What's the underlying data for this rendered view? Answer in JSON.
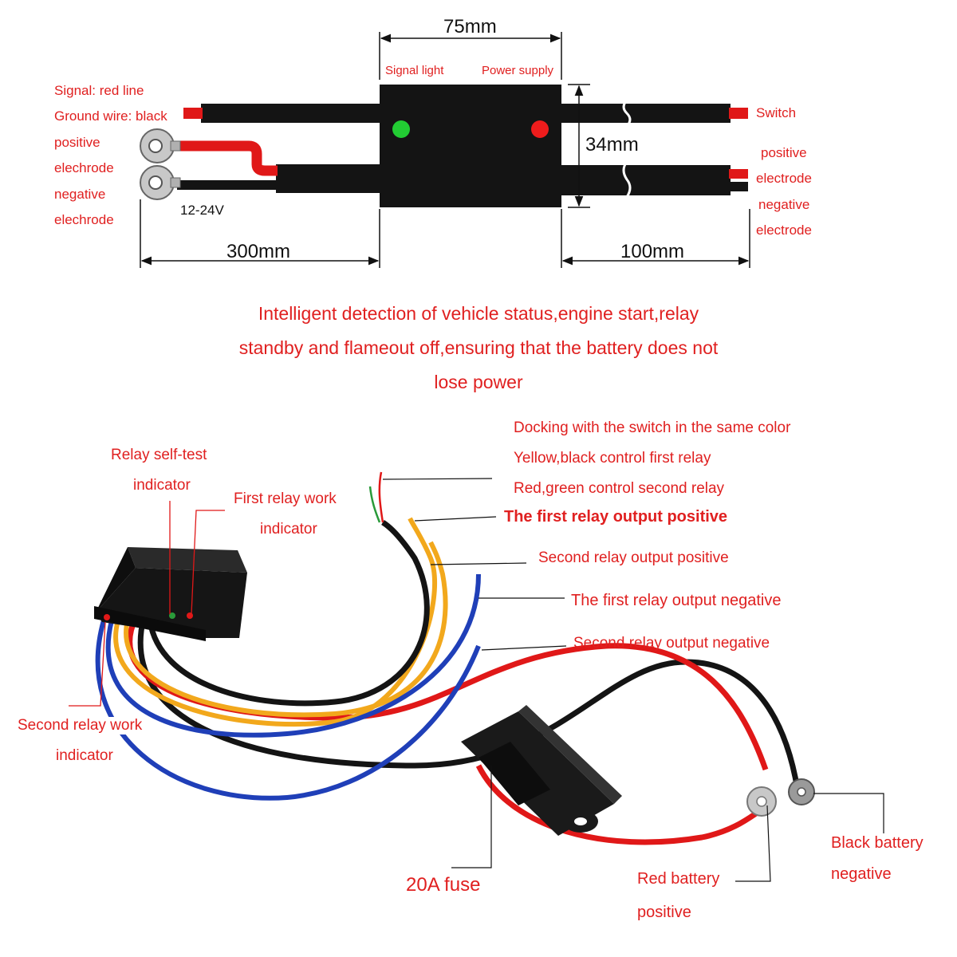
{
  "colors": {
    "label_red": "#e02020",
    "wire_red": "#e01818",
    "wire_black": "#141414",
    "wire_yellow": "#f2a81c",
    "wire_blue": "#1f3fb8",
    "wire_green": "#2a9a3a",
    "led_green": "#22cc33",
    "led_red": "#ee1c1c",
    "terminal_silver": "#bfbfbf"
  },
  "top_diagram": {
    "dim_width": "75mm",
    "dim_height": "34mm",
    "dim_left": "300mm",
    "dim_right": "100mm",
    "signal_light": "Signal light",
    "power_supply": "Power supply",
    "signal_red_line": "Signal: red line",
    "ground_wire_black": "Ground wire: black",
    "positive": "positive",
    "elechrode_1": "elechrode",
    "negative": "negative",
    "elechrode_2": "elechrode",
    "voltage": "12-24V",
    "switch": "Switch",
    "right_positive": "positive",
    "right_electrode_1": "electrode",
    "right_negative": "negative",
    "right_electrode_2": "electrode"
  },
  "headline": {
    "line1": "Intelligent detection of vehicle status,engine start,relay",
    "line2": "standby and flameout off,ensuring that the battery does not",
    "line3": "lose power"
  },
  "bottom_diagram": {
    "relay_self_test_1": "Relay self-test",
    "relay_self_test_2": "indicator",
    "first_relay_work_1": "First relay work",
    "first_relay_work_2": "indicator",
    "docking_line1": "Docking with the switch in the same color",
    "docking_line2": "Yellow,black control first relay",
    "docking_line3": "Red,green control second relay",
    "first_relay_output_positive": "The first relay output positive",
    "second_relay_output_positive": "Second relay output positive",
    "first_relay_output_negative": "The first relay output negative",
    "second_relay_output_negative": "Second relay output negative",
    "second_relay_work_1": "Second relay work",
    "second_relay_work_2": "indicator",
    "fuse": "20A fuse",
    "red_battery_1": "Red battery",
    "red_battery_2": "positive",
    "black_battery_1": "Black battery",
    "black_battery_2": "negative"
  }
}
